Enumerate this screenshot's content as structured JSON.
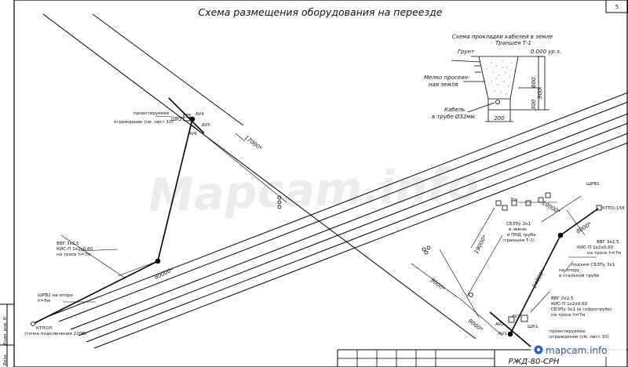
{
  "title": "Схема размещения оборудования на переезде",
  "sheet_number": "5",
  "stamp_code": "РЖД-80-СРН",
  "watermark": "Mapcam.info",
  "site_badge": "mapcam.info",
  "side_stamp": {
    "inv_label": "Взам. инв. N",
    "visa_label": "Виза"
  },
  "trench": {
    "title_line1": "Схема прокладки кабелей в земле",
    "title_line2": "Траншея Т-1",
    "ground_label": "Грунт",
    "level_label": "0.000 ур.з.",
    "sand_label_line1": "Мелко просеян-",
    "sand_label_line2": "ная земля",
    "cable_label_line1": "Кабель",
    "cable_label_line2": "в трубе Ø32мм",
    "dim_600": "600",
    "dim_900": "900",
    "dim_300": "300",
    "dim_200": "200"
  },
  "left_group": {
    "av4": "AV4",
    "av5": "AV5",
    "av6": "AV6",
    "shk2": "ШК2",
    "fence_line1": "проектируемое",
    "fence_line2": "ограждение (см. лист 10)",
    "dim_17000": "17000*",
    "dim_80000": "80000*",
    "cable_line1": "ВВГ 3х2,5",
    "cable_line2": "КИС-П 1х2х0,60",
    "cable_line3": "на тросе h=7м",
    "shrv2_line1": "ШРВ2 на опоре",
    "shrv2_line2": "h=5м",
    "ktpol_line1": "КТПОЛ",
    "ktpol_line2": "(точка подключения 220В)"
  },
  "right_group": {
    "shrv1": "ШРВ1",
    "ktpo": "КТПО-158",
    "rsh": "Рш",
    "dim_10000": "10000*",
    "dim_19000": "19000*",
    "dim_24000": "24000*",
    "dim_8000": "8000*",
    "dim_9000a": "9000*",
    "dim_9000b": "9000*",
    "sbzu_line1": "СБЗПу 3х1",
    "sbzu_line2": "в земле",
    "sbzu_line3": "в ПНД трубе",
    "sbzu_line4": "(траншея Т-1)",
    "vvg_line1": "ВВГ 3х2,5",
    "vvg_line2": "КИС-П 1х2х0,60",
    "vvg_line3": "на тросе h=7м",
    "pole_line1": "подъем СБЗПу 3х1",
    "pole_line2": "на опору",
    "pole_line3": "в стальной трубе",
    "low_line1": "ВВГ 2х2,5",
    "low_line2": "КИС-П 1х2х0,60",
    "low_line3": "СБЗПу 3х1 (в гофротрубе)",
    "low_line4": "на тросе h=7м",
    "av1": "AV1",
    "av2": "AV2",
    "av3": "AV3",
    "shk1": "ШК1",
    "fence_line1": "проектируемое",
    "fence_line2": "ограждение (см. лист 10)"
  }
}
